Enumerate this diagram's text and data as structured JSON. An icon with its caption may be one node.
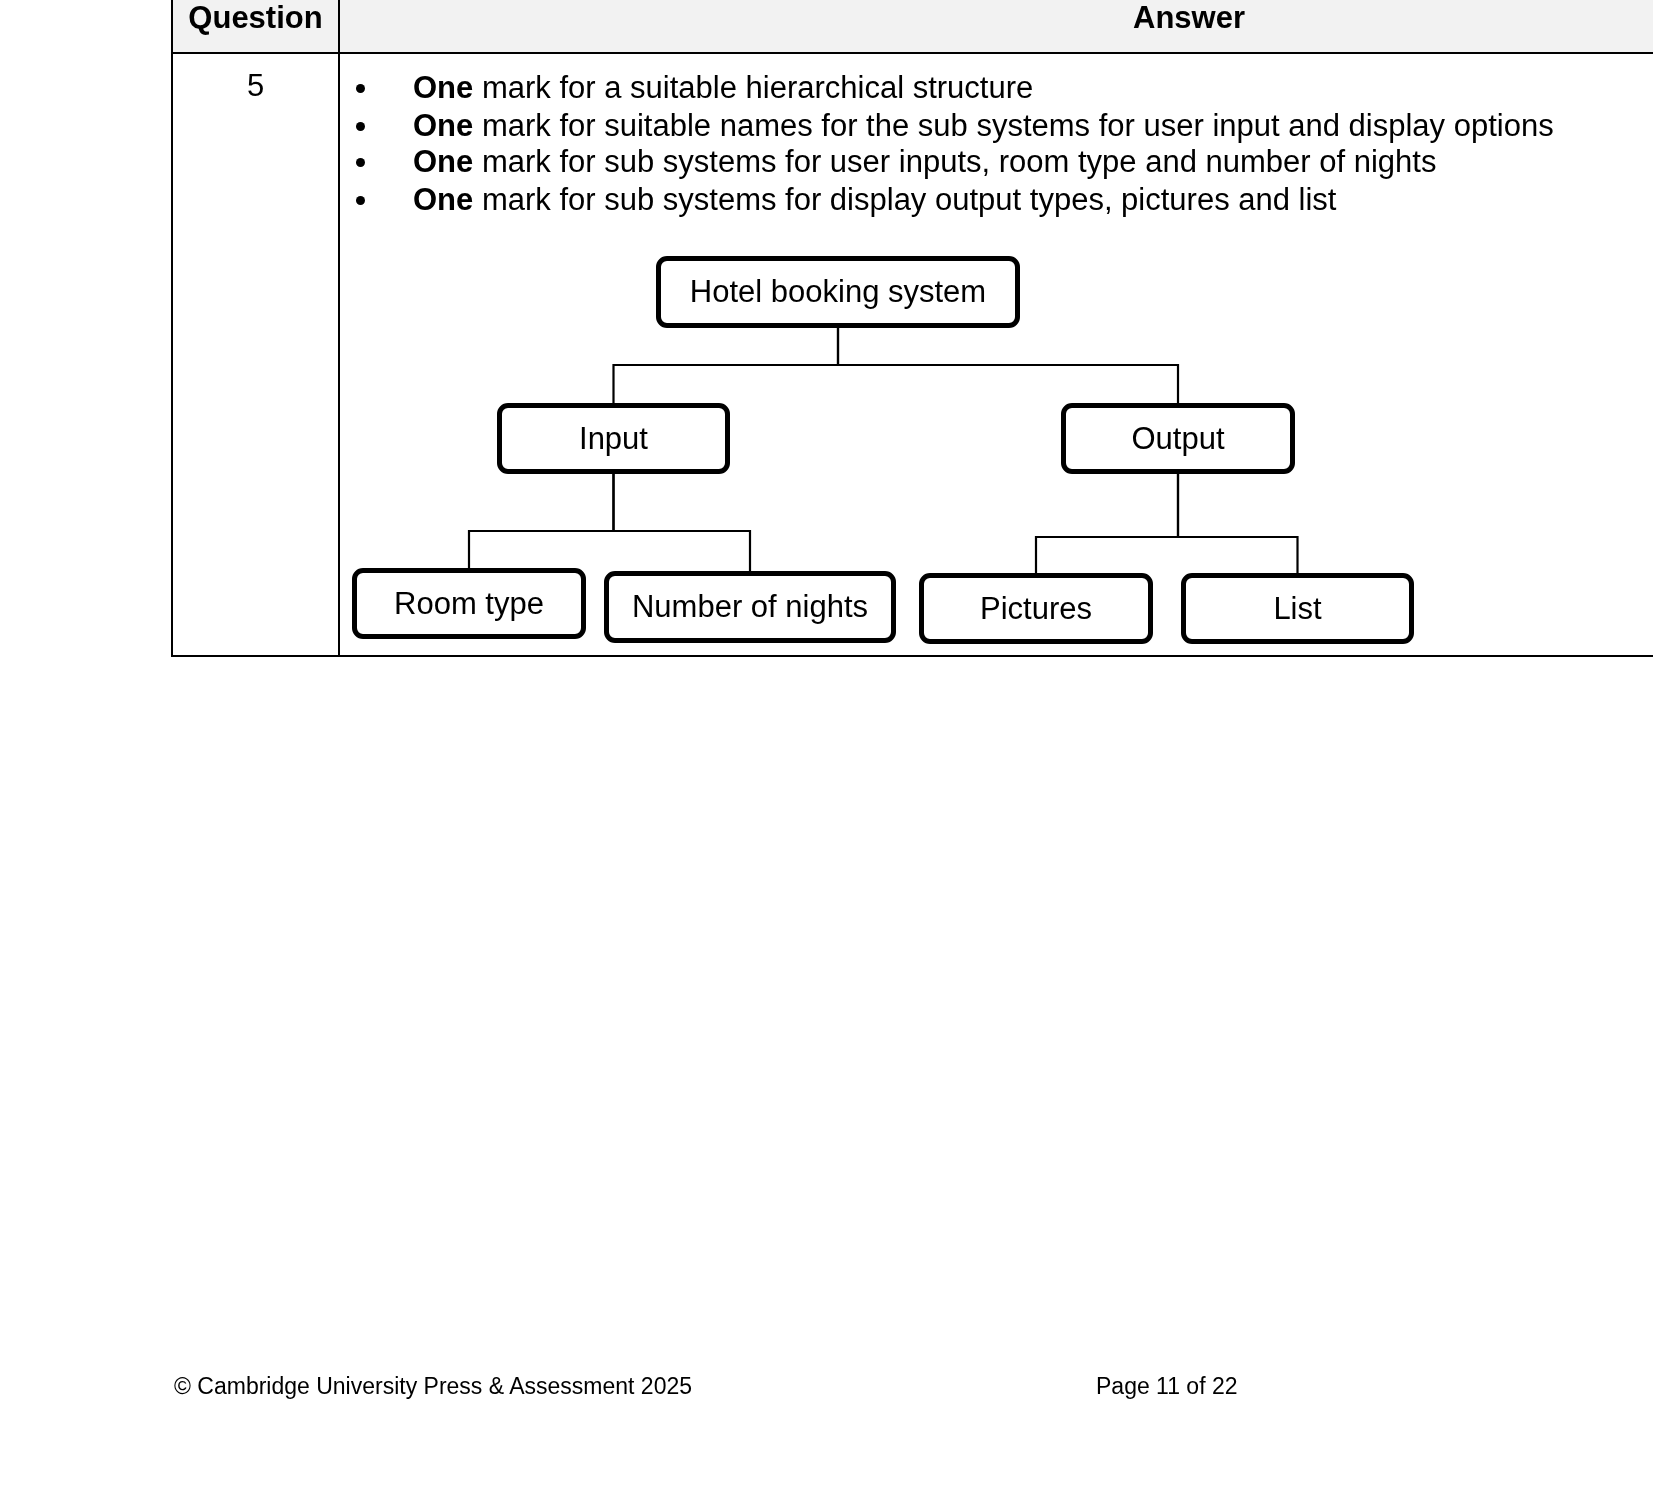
{
  "diagram": {
    "nodes": [
      {
        "text": [
          "Hotel booking system"
        ]
      },
      {
        "text": [
          "Input"
        ]
      },
      {
        "text": [
          "Output"
        ]
      },
      {
        "text": [
          "Room type"
        ]
      },
      {
        "text": [
          "Number of nights"
        ]
      },
      {
        "text": [
          "Pictures"
        ]
      },
      {
        "text": [
          "List"
        ]
      }
    ],
    "edges": [
      {
        "from": 0,
        "to": 1,
        "arrow": "none"
      },
      {
        "from": 0,
        "to": 2,
        "arrow": "none"
      },
      {
        "from": 1,
        "to": 3,
        "arrow": "none"
      },
      {
        "from": 1,
        "to": 4,
        "arrow": "none"
      },
      {
        "from": 2,
        "to": 5,
        "arrow": "none"
      },
      {
        "from": 2,
        "to": 6,
        "arrow": "none"
      }
    ],
    "labels": [
      "Question",
      "Answer",
      "5",
      "**One** mark for a suitable hierarchical structure",
      "**One** mark for suitable names for the sub systems for user input and display options",
      "**One** mark for sub systems for user inputs, room type and number of nights",
      "**One** mark for sub systems for display output types, pictures and list",
      "© Cambridge University Press & Assessment 2025",
      "Page 11 of 22"
    ]
  }
}
